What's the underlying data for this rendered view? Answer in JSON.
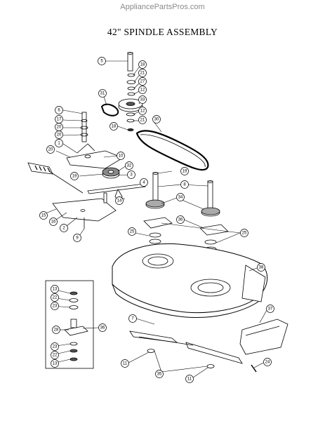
{
  "site": {
    "watermark": "AppliancePartsPros.com"
  },
  "diagram": {
    "title": "42\" SPINDLE ASSEMBLY",
    "callouts": [
      {
        "id": "c5",
        "num": "5"
      },
      {
        "id": "c18a",
        "num": "18"
      },
      {
        "id": "c21a",
        "num": "21"
      },
      {
        "id": "c27",
        "num": "27"
      },
      {
        "id": "c12a",
        "num": "12"
      },
      {
        "id": "c33",
        "num": "33"
      },
      {
        "id": "c31",
        "num": "31"
      },
      {
        "id": "c12b",
        "num": "12"
      },
      {
        "id": "c21b",
        "num": "21"
      },
      {
        "id": "c30",
        "num": "30"
      },
      {
        "id": "c18b",
        "num": "18"
      },
      {
        "id": "c6",
        "num": "6"
      },
      {
        "id": "c17",
        "num": "17"
      },
      {
        "id": "c20a",
        "num": "20"
      },
      {
        "id": "c20b",
        "num": "20"
      },
      {
        "id": "c1",
        "num": "1"
      },
      {
        "id": "c20c",
        "num": "20"
      },
      {
        "id": "c10",
        "num": "10"
      },
      {
        "id": "c32",
        "num": "32"
      },
      {
        "id": "c3",
        "num": "3"
      },
      {
        "id": "c19a",
        "num": "19"
      },
      {
        "id": "c4",
        "num": "4"
      },
      {
        "id": "c14",
        "num": "14"
      },
      {
        "id": "c15",
        "num": "15"
      },
      {
        "id": "c16",
        "num": "16"
      },
      {
        "id": "c2",
        "num": "2"
      },
      {
        "id": "c9",
        "num": "9"
      },
      {
        "id": "c19b",
        "num": "19"
      },
      {
        "id": "c8",
        "num": "8"
      },
      {
        "id": "c34",
        "num": "34"
      },
      {
        "id": "c25a",
        "num": "25"
      },
      {
        "id": "c36a",
        "num": "36"
      },
      {
        "id": "c25b",
        "num": "25"
      },
      {
        "id": "c38",
        "num": "38"
      },
      {
        "id": "c13a",
        "num": "13"
      },
      {
        "id": "c22a",
        "num": "22"
      },
      {
        "id": "c23a",
        "num": "23"
      },
      {
        "id": "c28",
        "num": "28"
      },
      {
        "id": "c36b",
        "num": "36"
      },
      {
        "id": "c23b",
        "num": "23"
      },
      {
        "id": "c22b",
        "num": "22"
      },
      {
        "id": "c13b",
        "num": "13"
      },
      {
        "id": "c7",
        "num": "7"
      },
      {
        "id": "c37",
        "num": "37"
      },
      {
        "id": "c11a",
        "num": "11"
      },
      {
        "id": "c35",
        "num": "35"
      },
      {
        "id": "c11b",
        "num": "11"
      },
      {
        "id": "c24",
        "num": "24"
      }
    ]
  }
}
